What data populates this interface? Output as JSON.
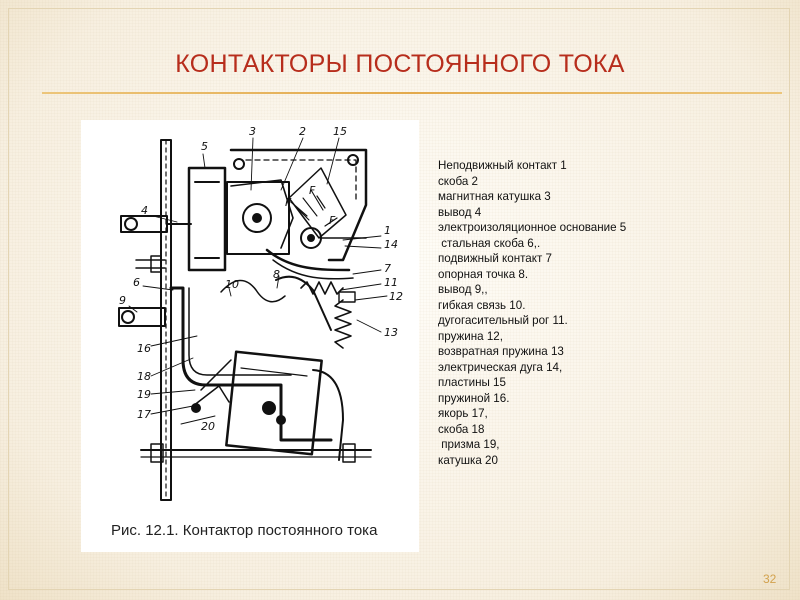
{
  "slide": {
    "title": "КОНТАКТОРЫ ПОСТОЯННОГО ТОКА",
    "page_number": "32",
    "accent_color": "#b72d1c",
    "rule_color": "#e3a94c"
  },
  "figure": {
    "caption": "Рис. 12.1. Контактор постоянного тока",
    "labels": [
      "3",
      "2",
      "15",
      "5",
      "4",
      "1",
      "14",
      "7",
      "11",
      "12",
      "6",
      "9",
      "10",
      "8",
      "13",
      "16",
      "18",
      "19",
      "17",
      "20",
      "F",
      "F",
      "F"
    ]
  },
  "legend": {
    "items": [
      "Неподвижный контакт 1",
      "скоба 2",
      "магнитная катушка 3",
      "вывод 4",
      "электроизоляционное основание 5",
      " стальная скоба 6,.",
      "подвижный контакт 7",
      "опорная точка 8.",
      "вывод 9,,",
      "гибкая связь 10.",
      "дугогасительный рог 11.",
      "пружина 12,",
      "возвратная пружина 13",
      "электрическая дуга 14,",
      "пластины 15",
      "пружиной 16.",
      "якорь 17,",
      "скоба 18",
      " призма 19,",
      "катушка 20"
    ]
  }
}
